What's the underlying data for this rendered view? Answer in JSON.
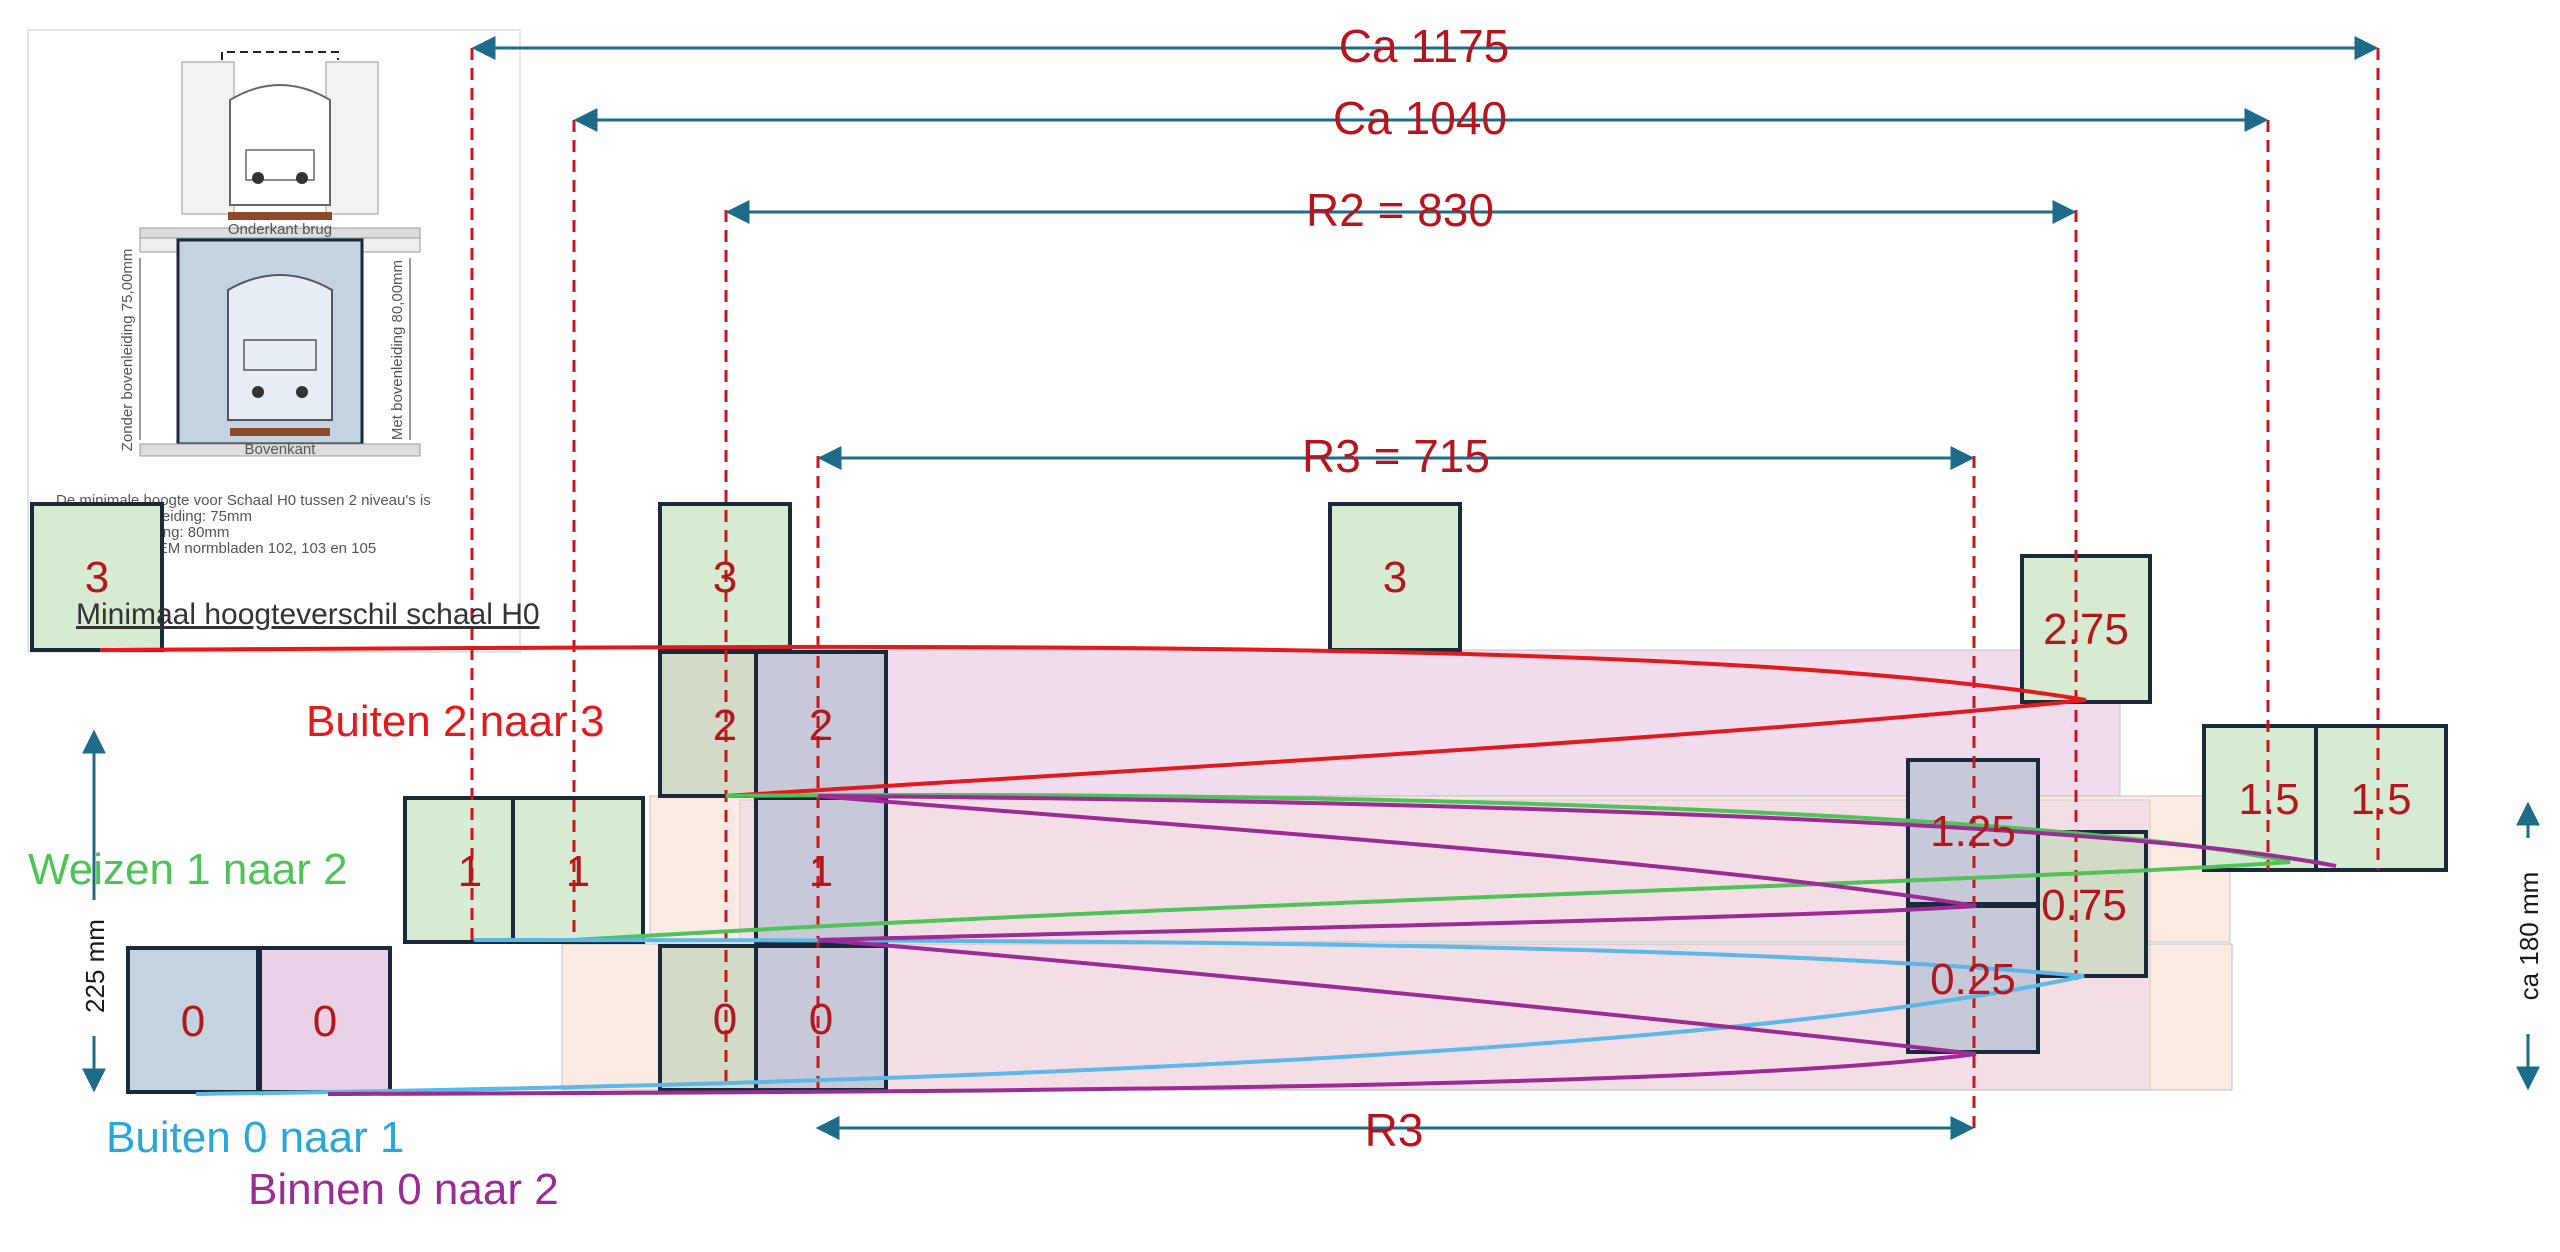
{
  "colors": {
    "red_text": "#b5161d",
    "dim_line": "#1f6b8a",
    "box_green": "#d7ead2",
    "box_blue": "#c3d3df",
    "box_pink": "#ead1e6",
    "band_pink": "#efd6ea",
    "band_peach": "#fbe9df",
    "route_red": "#e3191e",
    "route_green": "#4fc25a",
    "route_blue": "#5cb8e6",
    "route_purple": "#9b2b95"
  },
  "dimensions": {
    "ca1175": "Ca 1175",
    "ca1040": "Ca 1040",
    "r2": "R2 = 830",
    "r3": "R3 = 715",
    "r3_bottom": "R3"
  },
  "routes": {
    "buiten_2_3": "Buiten 2 naar 3",
    "weizen_1_2": "Weizen 1 naar 2",
    "buiten_0_1": "Buiten 0 naar 1",
    "binnen_0_2": "Binnen 0 naar 2"
  },
  "side": {
    "left_height": "225 mm",
    "right_height": "ca 180 mm"
  },
  "levels": {
    "l3_inset": "3",
    "l3_a": "3",
    "l3_b": "3",
    "l2_a": "2",
    "l2_b": "2",
    "l1_a": "1",
    "l1_b": "1",
    "l1_c": "1",
    "l0_a": "0",
    "l0_b": "0",
    "l0_c": "0",
    "l0_d": "0",
    "l275": "2.75",
    "l15_a": "1.5",
    "l15_b": "1.5",
    "l125": "1.25",
    "l075": "0.75",
    "l025": "0.25"
  },
  "inset": {
    "title": "Minimaal hoogteverschil schaal H0",
    "line1": "De minimale hoogte voor Schaal H0 tussen 2 niveau's is",
    "line2": "* Zonder bovenleiding:     75mm",
    "line3": "* Met bovenleiding:         80mm",
    "line4": "PVR volgens NEM normbladen 102, 103 en 105",
    "side_left": "Zonder bovenleiding 75,00mm",
    "side_right": "Met bovenleiding 80,00mm",
    "top_label": "Onderkant brug",
    "bottom_label": "Bovenkant"
  }
}
